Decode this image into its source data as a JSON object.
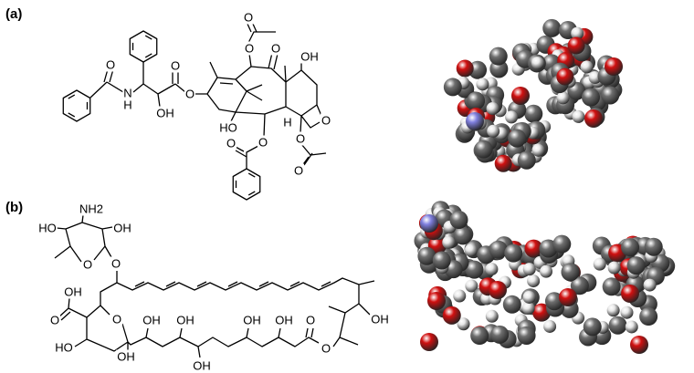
{
  "panels": {
    "a": {
      "label": "(a)",
      "atom_labels": [
        "O",
        "N",
        "H",
        "OH",
        "O",
        "O",
        "O",
        "O",
        "O",
        "OH",
        "HO",
        "H",
        "O",
        "O",
        "O",
        "O",
        "O"
      ]
    },
    "b": {
      "label": "(b)",
      "atom_labels": [
        "NH2",
        "HO",
        "OH",
        "O",
        "O",
        "OH",
        "O",
        "O",
        "OH",
        "OH",
        "OH",
        "OH",
        "O",
        "OH",
        "HO",
        "OH",
        "OH",
        "O"
      ]
    }
  },
  "atom_colors": {
    "carbon": "#6e6e6e",
    "hydrogen": "#e8e8e8",
    "oxygen": "#d01010",
    "nitrogen": "#8080e0"
  }
}
